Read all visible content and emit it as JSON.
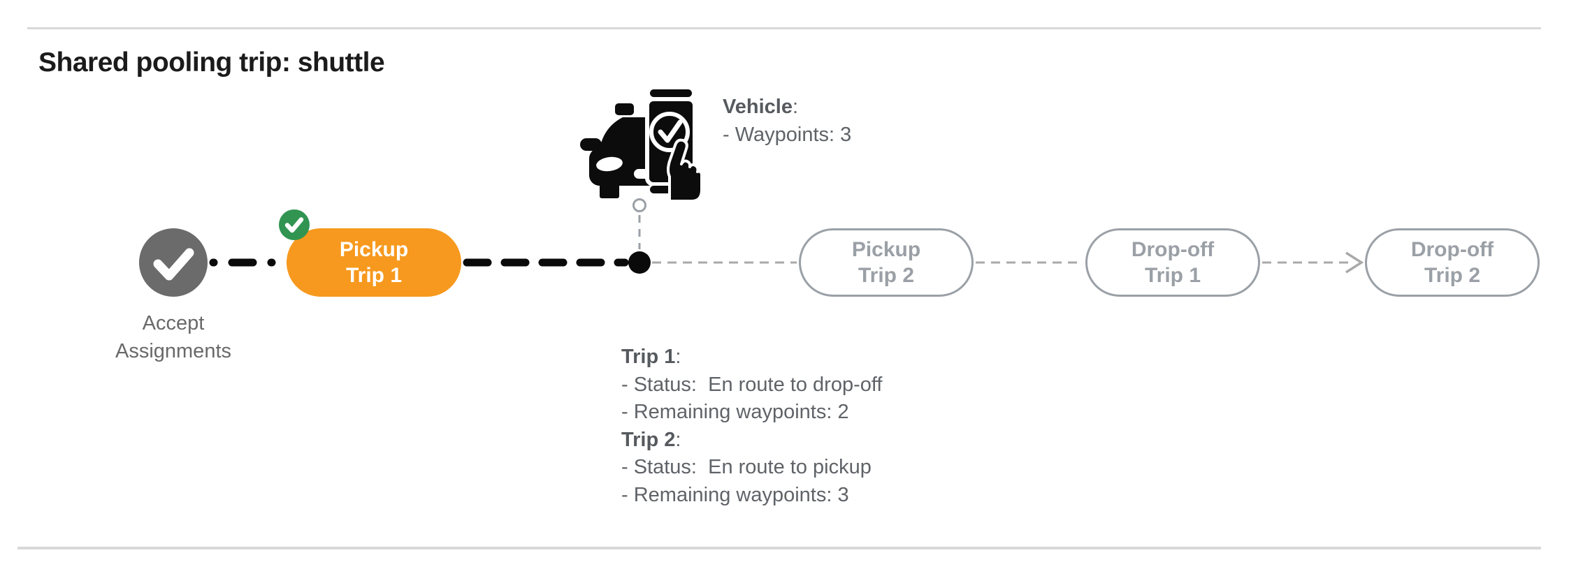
{
  "title": "Shared pooling trip: shuttle",
  "colors": {
    "accent_orange": "#F7991E",
    "success_green": "#319451",
    "completed_gray": "#6B6B6B",
    "pending_gray": "#9AA0A6",
    "info_text_gray": "#5F6368",
    "path_done_black": "#0A0A0A",
    "path_future_gray": "#A9A9A9",
    "divider_gray": "#D8D8D8"
  },
  "timeline": {
    "start": {
      "icon": "check-circle-icon",
      "state": "completed",
      "label_line1": "Accept",
      "label_line2": "Assignments"
    },
    "nodes": [
      {
        "id": "pickup-trip-1",
        "line1": "Pickup",
        "line2": "Trip 1",
        "state": "current",
        "badge_icon": "check-badge-icon"
      },
      {
        "id": "pickup-trip-2",
        "line1": "Pickup",
        "line2": "Trip 2",
        "state": "upcoming"
      },
      {
        "id": "dropoff-trip-1",
        "line1": "Drop-off",
        "line2": "Trip 1",
        "state": "upcoming"
      },
      {
        "id": "dropoff-trip-2",
        "line1": "Drop-off",
        "line2": "Trip 2",
        "state": "upcoming"
      }
    ],
    "vehicle_marker_icon": "vehicle-phone-check-icon"
  },
  "vehicle_info": {
    "label": "Vehicle",
    "colon": ":",
    "waypoints": "- Waypoints: 3"
  },
  "trip_info": {
    "trip1_label": "Trip 1",
    "trip1_colon": ":",
    "trip1_status": "- Status:  En route to drop-off",
    "trip1_remaining": "- Remaining waypoints: 2",
    "trip2_label": "Trip 2",
    "trip2_colon": ":",
    "trip2_status": "- Status:  En route to pickup",
    "trip2_remaining": "- Remaining waypoints: 3"
  }
}
